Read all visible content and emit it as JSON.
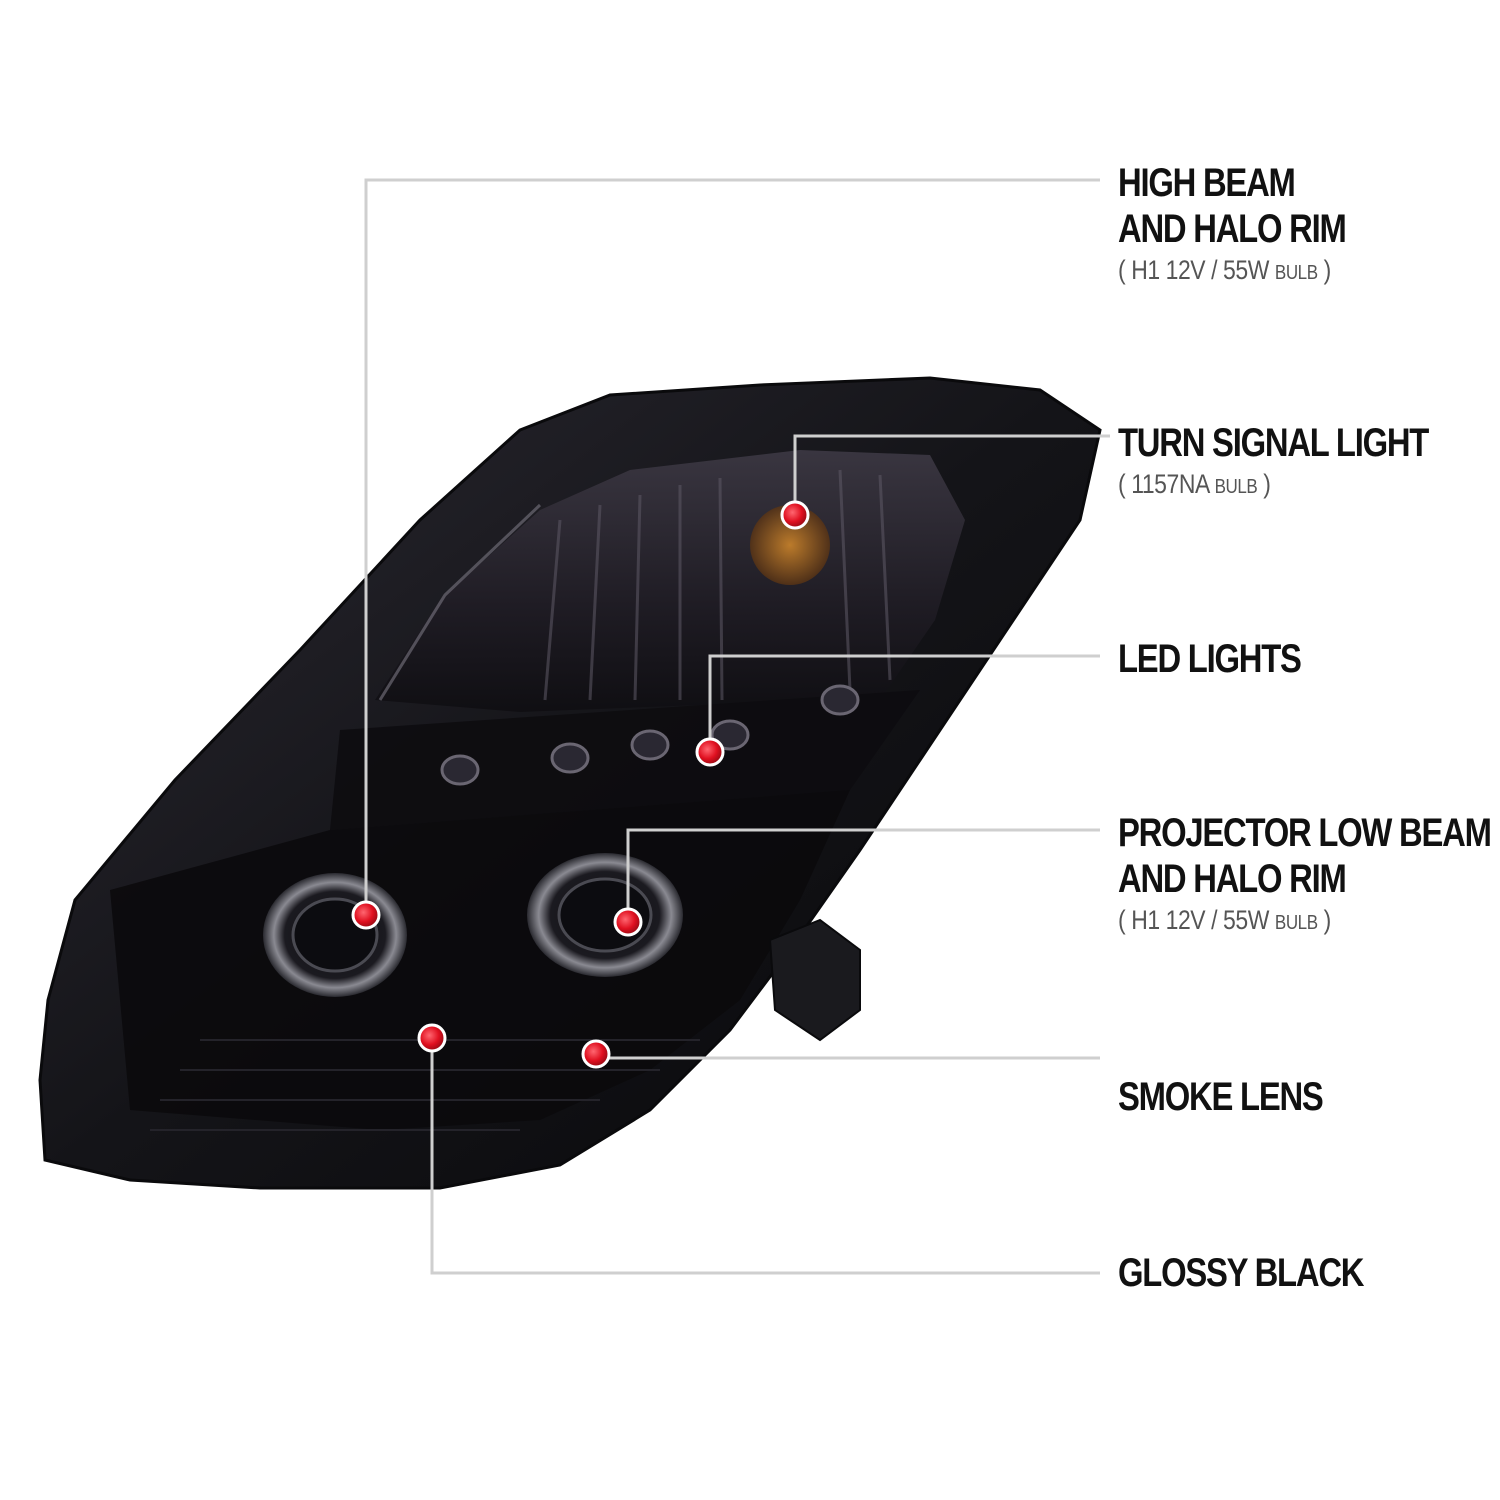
{
  "callouts": [
    {
      "id": "high-beam",
      "title_lines": [
        "HIGH BEAM",
        "AND HALO RIM"
      ],
      "spec": {
        "open": "(",
        "values": "H1  12V / 55W",
        "unit": "BULB",
        "close": ")"
      }
    },
    {
      "id": "turn-signal",
      "title_lines": [
        "TURN SIGNAL LIGHT"
      ],
      "spec": {
        "open": "(",
        "values": "1157NA",
        "unit": "BULB",
        "close": ")"
      }
    },
    {
      "id": "led-lights",
      "title_lines": [
        "LED LIGHTS"
      ]
    },
    {
      "id": "projector",
      "title_lines": [
        "PROJECTOR LOW BEAM",
        "AND HALO RIM"
      ],
      "spec": {
        "open": "(",
        "values": "H1  12V / 55W",
        "unit": "BULB",
        "close": ")"
      }
    },
    {
      "id": "smoke-lens",
      "title_lines": [
        "SMOKE LENS"
      ]
    },
    {
      "id": "glossy-black",
      "title_lines": [
        "GLOSSY BLACK"
      ]
    }
  ],
  "colors": {
    "marker": "#e01020",
    "leader_line": "#cfcfcf",
    "housing": "#141418",
    "lens_tint": "#2a2630",
    "amber": "#c8781e",
    "text": "#111111"
  }
}
